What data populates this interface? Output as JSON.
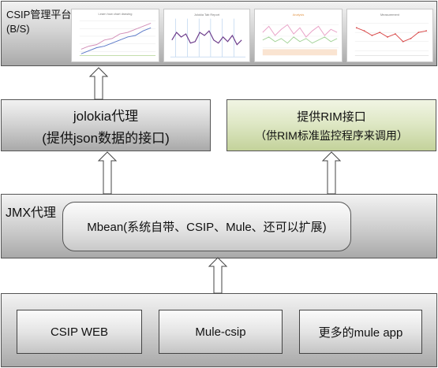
{
  "top": {
    "title_line1": "CSIP管理平台",
    "title_line2": "(B/S)"
  },
  "thumbnails": [
    {
      "title": "Learn how chart drawing",
      "series1": "#d28fb8",
      "series2": "#5b79c8",
      "accent": "#8bbd5a"
    },
    {
      "title": "Jolokia Tab Report",
      "series1": "#6b3a8a",
      "accent": "#7aa1d4"
    },
    {
      "title": "Analysis",
      "series1": "#e9a3c8",
      "series2": "#a5d49b",
      "accent": "#f0b27a"
    },
    {
      "title": "Measurement",
      "series1": "#d94a4a",
      "accent": "#cccccc"
    }
  ],
  "jolokia": {
    "line1": "jolokia代理",
    "line2": "(提供json数据的接口)"
  },
  "rim": {
    "line1": "提供RIM接口",
    "line2": "（供RIM标准监控程序来调用）"
  },
  "jmx": {
    "label": "JMX代理",
    "mbean": "Mbean(系统自带、CSIP、Mule、还可以扩展)"
  },
  "apps": [
    {
      "label": "CSIP WEB"
    },
    {
      "label": "Mule-csip"
    },
    {
      "label": "更多的mule app"
    }
  ]
}
